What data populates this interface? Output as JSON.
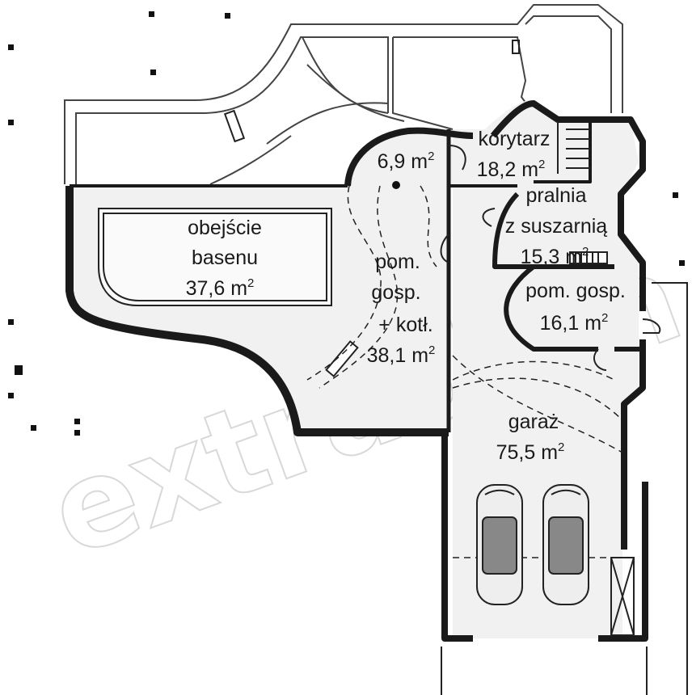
{
  "watermark": "extradom",
  "rooms": {
    "pool": {
      "line1": "obejście",
      "line2": "basenu",
      "area": "37,6 m",
      "sup": "2"
    },
    "hall_small": {
      "area": "6,9 m",
      "sup": "2"
    },
    "corridor": {
      "line1": "korytarz",
      "area": "18,2 m",
      "sup": "2"
    },
    "laundry": {
      "line1": "pralnia",
      "line2": "z suszarnią",
      "area": "15,3 m",
      "sup": "2"
    },
    "boiler": {
      "line1": "pom.",
      "line2": "gosp.",
      "line3": "+ kotł.",
      "area": "38,1 m",
      "sup": "2"
    },
    "utility": {
      "line1": "pom. gosp.",
      "area": "16,1 m",
      "sup": "2"
    },
    "garage": {
      "line1": "garaż",
      "area": "75,5 m",
      "sup": "2"
    }
  },
  "colors": {
    "wall": "#1a1a1a",
    "floor": "#f1f1f1",
    "outline": "#444444"
  }
}
